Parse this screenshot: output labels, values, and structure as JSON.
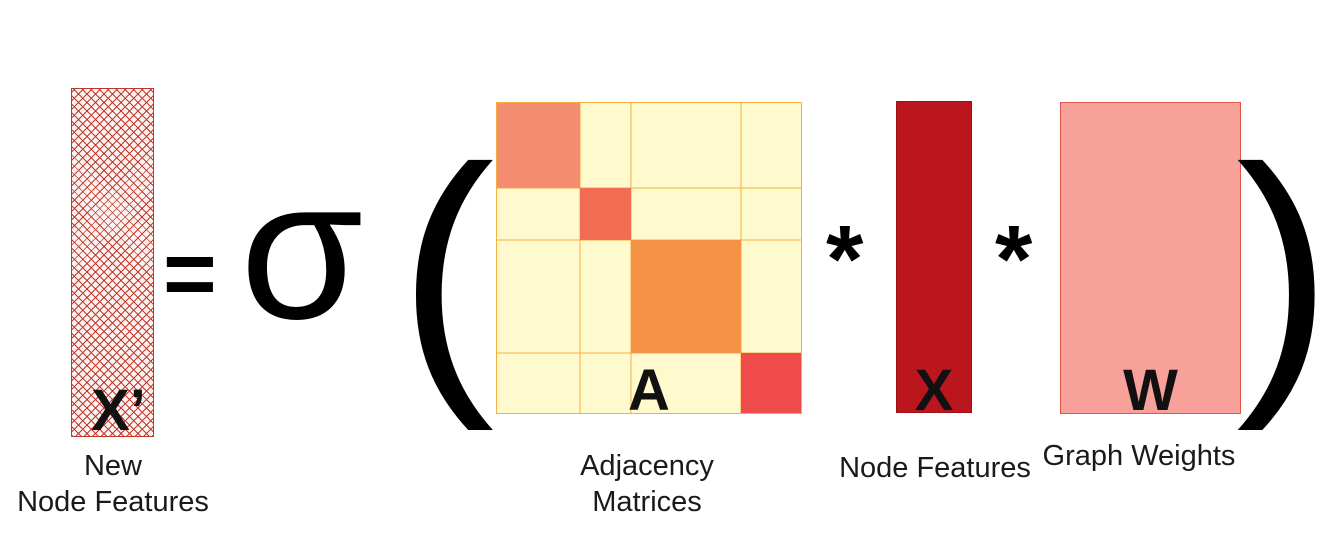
{
  "equation": {
    "equals": "=",
    "activation": "σ",
    "open_paren": "(",
    "close_paren": ")",
    "multiply_1": "*",
    "multiply_2": "*"
  },
  "matrices": {
    "output": {
      "label": "X’",
      "caption_line1": "New",
      "caption_line2": "Node Features",
      "fill": "#c0392b"
    },
    "adjacency": {
      "label": "A",
      "caption_line1": "Adjacency",
      "caption_line2": "Matrices",
      "background": "#fffacd",
      "border": "#f5b041",
      "blocks": [
        {
          "color": "#f48c72"
        },
        {
          "color": "#f26c52"
        },
        {
          "color": "#f59245"
        },
        {
          "color": "#ef4b4b"
        }
      ]
    },
    "features": {
      "label": "X",
      "caption": "Node Features",
      "fill": "#bb161d"
    },
    "weights": {
      "label": "W",
      "caption": "Graph Weights",
      "fill": "#f7a19a"
    }
  }
}
